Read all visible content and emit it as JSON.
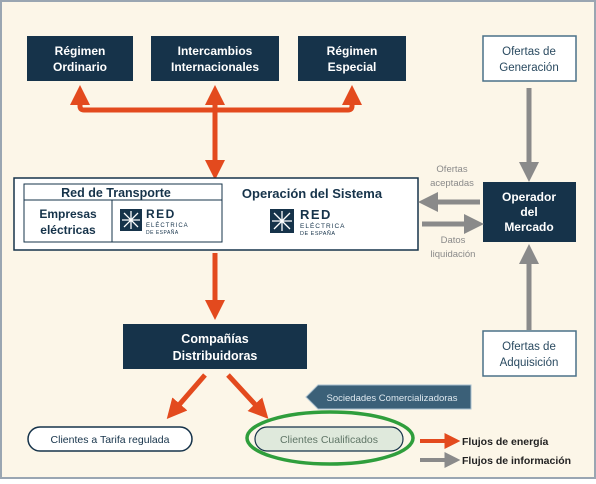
{
  "colors": {
    "background": "#fcf6e8",
    "frame": "#9aa6b2",
    "navy": "#16334a",
    "energy_arrow": "#e34a1e",
    "info_arrow": "#8a8a8a",
    "outline_box_border": "#4a7088",
    "highlight_ellipse": "#2f9e3c",
    "cualificados_fill": "#dfe9dc",
    "comercializadoras_fill": "#3b6078"
  },
  "top_boxes": {
    "regimen_ordinario": {
      "line1": "Régimen",
      "line2": "Ordinario"
    },
    "intercambios": {
      "line1": "Intercambios",
      "line2": "Internacionales"
    },
    "regimen_especial": {
      "line1": "Régimen",
      "line2": "Especial"
    }
  },
  "ofertas_generacion": {
    "line1": "Ofertas de",
    "line2": "Generación"
  },
  "central_box": {
    "red_transporte_label": "Red de Transporte",
    "empresas_line1": "Empresas",
    "empresas_line2": "eléctricas",
    "operacion_label": "Operación del Sistema",
    "logo_red": "RED",
    "logo_electrica": "ELÉCTRICA",
    "logo_espana": "DE ESPAÑA"
  },
  "arrow_labels": {
    "ofertas_line1": "Ofertas",
    "ofertas_line2": "aceptadas",
    "datos_line1": "Datos",
    "datos_line2": "liquidación"
  },
  "operador_mercado": {
    "line1": "Operador",
    "line2": "del",
    "line3": "Mercado"
  },
  "companias": {
    "line1": "Compañías",
    "line2": "Distribuidoras"
  },
  "ofertas_adquisicion": {
    "line1": "Ofertas de",
    "line2": "Adquisición"
  },
  "sociedades_comercializadoras": "Sociedades Comercializadoras",
  "clientes_tarifa": "Clientes a Tarifa regulada",
  "clientes_cualificados": "Clientes Cualificados",
  "legend": {
    "energia": "Flujos de energía",
    "informacion": "Flujos de información"
  }
}
